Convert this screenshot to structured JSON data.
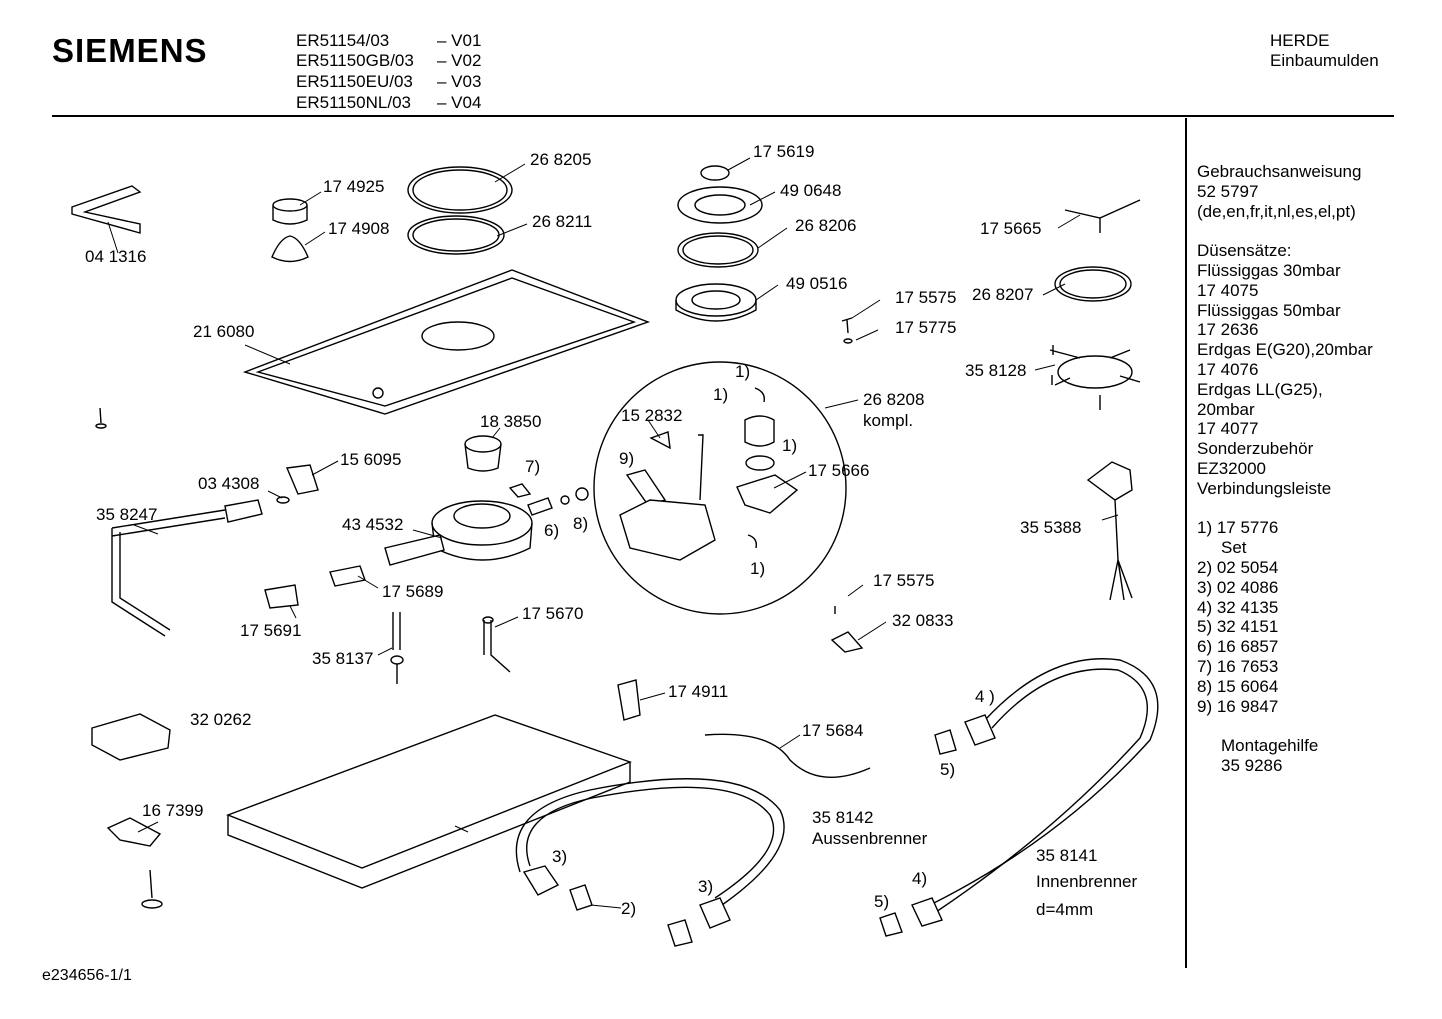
{
  "header": {
    "brand": "SIEMENS",
    "models": [
      {
        "model": "ER51154/03",
        "version": "– V01"
      },
      {
        "model": "ER51150GB/03",
        "version": "– V02"
      },
      {
        "model": "ER51150EU/03",
        "version": "– V03"
      },
      {
        "model": "ER51150NL/03",
        "version": "– V04"
      }
    ],
    "category": "HERDE",
    "subcategory": "Einbaumulden"
  },
  "sidebar": [
    "Gebrauchsanweisung",
    "52 5797",
    "(de,en,fr,it,nl,es,el,pt)",
    "",
    "Düsensätze:",
    "Flüssiggas 30mbar",
    "17 4075",
    "Flüssiggas 50mbar",
    "17 2636",
    "Erdgas E(G20),20mbar",
    "17 4076",
    "Erdgas LL(G25),",
    "20mbar",
    "17 4077",
    "Sonderzubehör",
    "EZ32000",
    "Verbindungsleiste",
    "",
    "1)  17 5776",
    "     Set",
    "2)  02 5054",
    "3)  02 4086",
    "4)  32 4135",
    "5)  32 4151",
    "6)  16 6857",
    "7)  16 7653",
    "8)  15 6064",
    "9)  16 9847",
    "",
    "     Montagehilfe",
    "     35 9286"
  ],
  "footer": "e234656-1/1",
  "parts": [
    "04 1316",
    "17 4925",
    "17 4908",
    "26 8205",
    "26 8211",
    "21 6080",
    "17 5619",
    "49 0648",
    "26 8206",
    "49 0516",
    "17 5575",
    "17 5775",
    "17 5665",
    "26 8207",
    "35 8128",
    "26 8208",
    "kompl.",
    "18 3850",
    "15 6095",
    "03 4308",
    "35 8247",
    "43 4532",
    "15 2832",
    "17 5666",
    "17 5689",
    "17 5691",
    "17 5670",
    "35 8137",
    "17 5575",
    "32 0833",
    "35 5388",
    "17 4911",
    "32 0262",
    "17 5684",
    "16 7399",
    "35 8142",
    "Aussenbrenner",
    "35 8141",
    "Innenbrenner",
    "d=4mm"
  ],
  "callouts": [
    "1)",
    "1)",
    "1)",
    "1)",
    "9)",
    "7)",
    "8)",
    "6)",
    "2)",
    "3)",
    "3)",
    "4 )",
    "4)",
    "5)",
    "5)"
  ]
}
